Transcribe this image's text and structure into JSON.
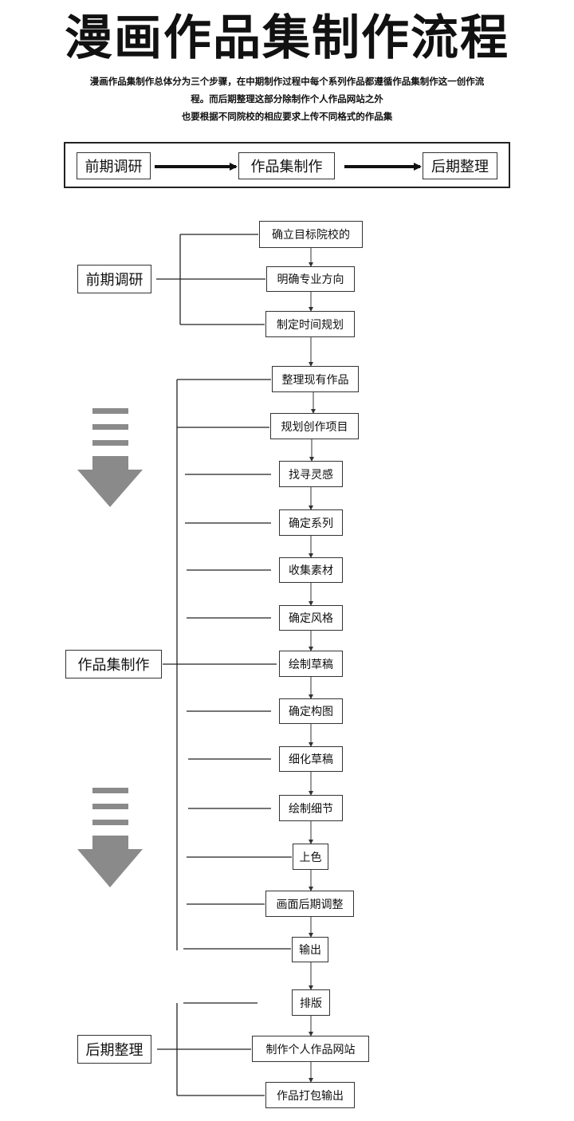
{
  "title": "漫画作品集制作流程",
  "intro": [
    "漫画作品集制作总体分为三个步骤，在中期制作过程中每个系列作品都遵循作品集制作这一创作流",
    "程。而后期整理这部分除制作个人作品网站之外",
    "也要根据不同院校的相应要求上传不同格式的作品集"
  ],
  "overview": [
    "前期调研",
    "作品集制作",
    "后期整理"
  ],
  "phases": [
    {
      "label": "前期调研",
      "steps": [
        "确立目标院校的",
        "明确专业方向",
        "制定时间规划"
      ]
    },
    {
      "label": "作品集制作",
      "steps": [
        "整理现有作品",
        "规划创作项目",
        "找寻灵感",
        "确定系列",
        "收集素材",
        "确定风格",
        "绘制草稿",
        "确定构图",
        "细化草稿",
        "绘制细节",
        "上色",
        "画面后期调整",
        "输出"
      ]
    },
    {
      "label": "后期整理",
      "steps": [
        "排版",
        "制作个人作品网站",
        "作品打包输出"
      ]
    }
  ],
  "colors": {
    "line": "#222222",
    "decor_arrow": "#8a8a8a",
    "background": "#ffffff"
  }
}
